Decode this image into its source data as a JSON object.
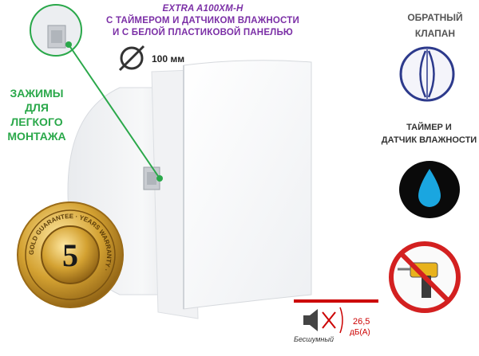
{
  "product": {
    "model_line": "EXTRA A100XM-H",
    "desc_line1": "С ТАЙМЕРОМ И ДАТЧИКОМ ВЛАЖНОСТИ",
    "desc_line2": "И С БЕЛОЙ ПЛАСТИКОВОЙ ПАНЕЛЬЮ",
    "diameter": "100 мм"
  },
  "features": {
    "clamps_line1": "ЗАЖИМЫ",
    "clamps_line2": "ДЛЯ",
    "clamps_line3": "ЛЕГКОГО",
    "clamps_line4": "МОНТАЖА",
    "valve_line1": "ОБРАТНЫЙ",
    "valve_line2": "КЛАПАН",
    "sensor_line1": "ТАЙМЕР И",
    "sensor_line2": "ДАТЧИК ВЛАЖНОСТИ"
  },
  "warranty": {
    "years": "5",
    "ring_text": "GOLD GUARANTEE · YEARS WARRANTY ·"
  },
  "noise": {
    "label": "Бесшумный",
    "value": "26,5",
    "unit": "дБ(А)"
  },
  "colors": {
    "title": "#7b2fa6",
    "clamps": "#2aa84a",
    "noise": "#cc0000",
    "drop": "#1aa6e0"
  },
  "icons": [
    "diameter-icon",
    "check-valve-icon",
    "water-drop-icon",
    "no-drill-icon",
    "warranty-medal-icon",
    "silent-speaker-icon"
  ]
}
